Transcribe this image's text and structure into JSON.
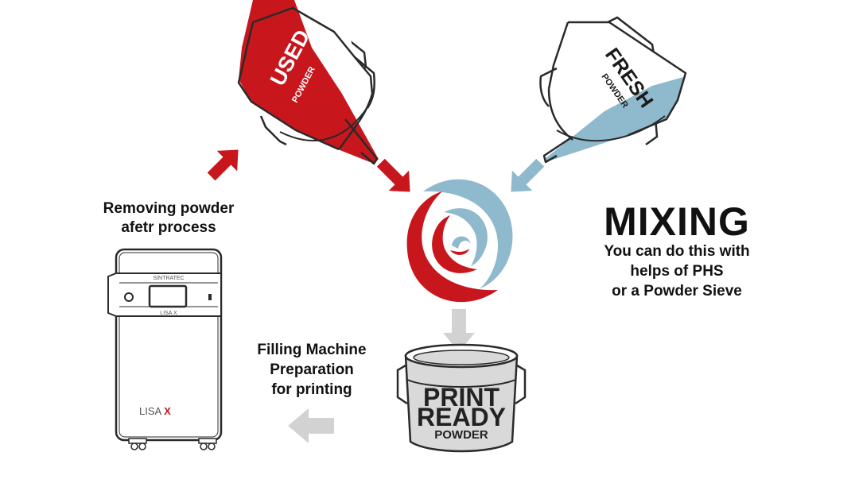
{
  "colors": {
    "used": "#c8161d",
    "fresh": "#8fb9cc",
    "outline": "#2a2a2a",
    "grey_arrow": "#d2d2d2",
    "print_ready_fill": "#d9d9d9",
    "text": "#111111"
  },
  "used_bucket": {
    "title": "USED",
    "subtitle": "POWDER"
  },
  "fresh_bucket": {
    "title": "FRESH",
    "subtitle": "POWDER"
  },
  "print_ready_bucket": {
    "line1": "PRINT",
    "line2": "READY",
    "line3": "POWDER"
  },
  "labels": {
    "removing_line1": "Removing powder",
    "removing_line2": "afetr process",
    "filling_line1": "Filling Machine",
    "filling_line2": "Preparation",
    "filling_line3": "for printing"
  },
  "mixing": {
    "title": "MIXING",
    "line1": "You can do this with",
    "line2": "helps of PHS",
    "line3": "or a Powder Sieve"
  },
  "machine": {
    "brand": "LISA X",
    "brand_text": "LISA",
    "brand_mark": "X",
    "panel_top": "SINTRATEC",
    "panel_bottom": "LISA X"
  },
  "icons": {
    "arrow_used_to_mix": "arrow-down-right-icon",
    "arrow_fresh_to_mix": "arrow-down-left-icon",
    "arrow_machine_to_used": "arrow-up-right-icon",
    "arrow_mix_to_bucket": "arrow-down-icon",
    "arrow_bucket_to_machine": "arrow-left-icon",
    "mixing_swirl": "swirl-icon"
  }
}
